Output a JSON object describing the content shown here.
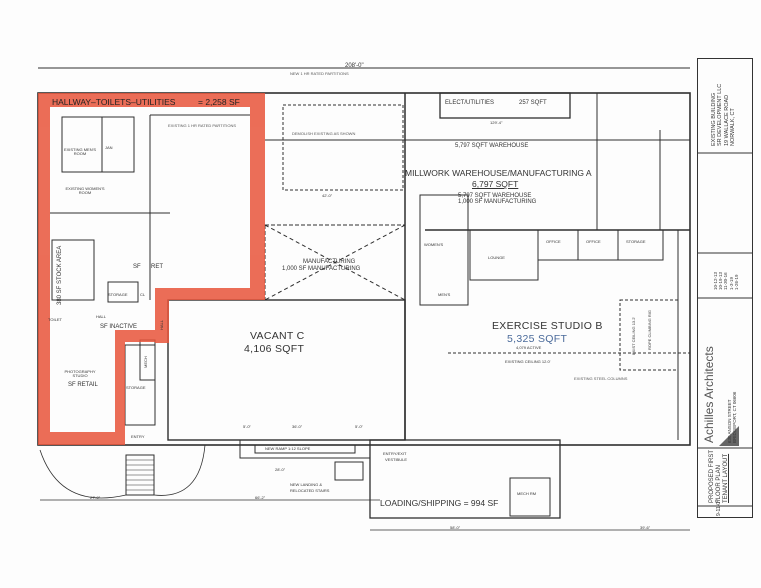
{
  "colors": {
    "highlight": "#e8553b",
    "lines": "#2f2f2f",
    "paper": "#fdfdfd"
  },
  "plan": {
    "overall_dim": "208'-0\"",
    "hallway": {
      "label": "HALLWAY–TOILETS–UTILITIES",
      "area": "= 2,258 SF"
    },
    "mens_room": "EXISTING MEN'S ROOM",
    "jan": "JAN",
    "womens_room": "EXISTING WOMEN'S ROOM",
    "stock_area": "380 SF STOCK AREA",
    "sf": "SF",
    "ret": "RET",
    "storage_small": "STORAGE",
    "cl": "CL",
    "toilet": "TOILET",
    "hall": "HALL",
    "hall_vert": "HALL",
    "sf_inactive": "SF INACTIVE",
    "photo_studio": "PHOTOGRAPHY STUDIO",
    "sf_retail": "SF RETAIL",
    "mech": "MECH",
    "storage_left": "STORAGE",
    "entry": "ENTRY",
    "elect": "ELECT/UTILITIES",
    "elect_area": "257 SQFT",
    "warehouse_top": "5,797 SQFT WAREHOUSE",
    "millwork": "MILLWORK WAREHOUSE/MANUFACTURING A",
    "millwork_area": "6,797 SQFT",
    "millwork_sub1": "5,797 SQFT WAREHOUSE",
    "millwork_sub2": "1,000 SF MANUFACTURING",
    "manufacturing": "MANUFACTURING",
    "manufacturing_sub": "1,000 SF MANUFACTURING",
    "vacant": "VACANT C",
    "vacant_area": "4,106 SQFT",
    "lounge": "LOUNGE",
    "office1": "OFFICE",
    "office2": "OFFICE",
    "storage_right": "STORAGE",
    "womens": "WOMEN'S",
    "mens": "MEN'S",
    "exercise": "EXERCISE STUDIO B",
    "exercise_area": "5,325 SQFT",
    "exercise_active": "4,079 ACTIVE",
    "ceiling": "EXISTING CEILING 12.0'",
    "exist_ceiling": "EXIST CEILING 13.2'",
    "rope": "ROPE CLIMBING RIG",
    "ramp": "NEW RAMP 1:12 SLOPE",
    "landing1": "NEW LANDING &",
    "landing2": "RELOCATED STAIRS",
    "vestibule1": "ENTRY/EXIT",
    "vestibule2": "VESTIBULE",
    "loading": "LOADING/SHIPPING = 994 SF",
    "mech_rm": "MECH RM",
    "dims": {
      "d1": "27'-9\"",
      "d2": "66'-2\"",
      "d3": "58'-0\"",
      "d4": "39'-6\"",
      "d5": "5'-0\"",
      "d6": "36'-0\"",
      "d7": "5'-0\"",
      "d8": "129'-4\"",
      "d9": "42'-0\"",
      "d10": "28'-0\""
    },
    "notes": {
      "demolish": "DEMOLISH EXISTING AS SHOWN",
      "new_partition": "NEW 1 HR RATED PARTITIONS",
      "existing_partition": "EXISTING 1 HR RATED PARTITIONS",
      "steel": "EXISTING STEEL COLUMNS"
    }
  },
  "title_block": {
    "owner": [
      "EXISTING BUILDING",
      "SR DEVELOPMENT LLC",
      "19 WALLACE ROAD",
      "NORWALK, CT"
    ],
    "revisions": [
      "10-12-13",
      "10-19-13",
      "11-30-16",
      "1-3-19",
      "1-26-19"
    ],
    "firm": "Achilles Architects",
    "firm_address": [
      "630 ANSON STREET",
      "BRIDGEPORT, CT 06606"
    ],
    "drawing_title": [
      "PROPOSED FIRST",
      "FLOOR PLAN",
      "TENANT LAYOUT"
    ],
    "date": "9-11-07"
  }
}
